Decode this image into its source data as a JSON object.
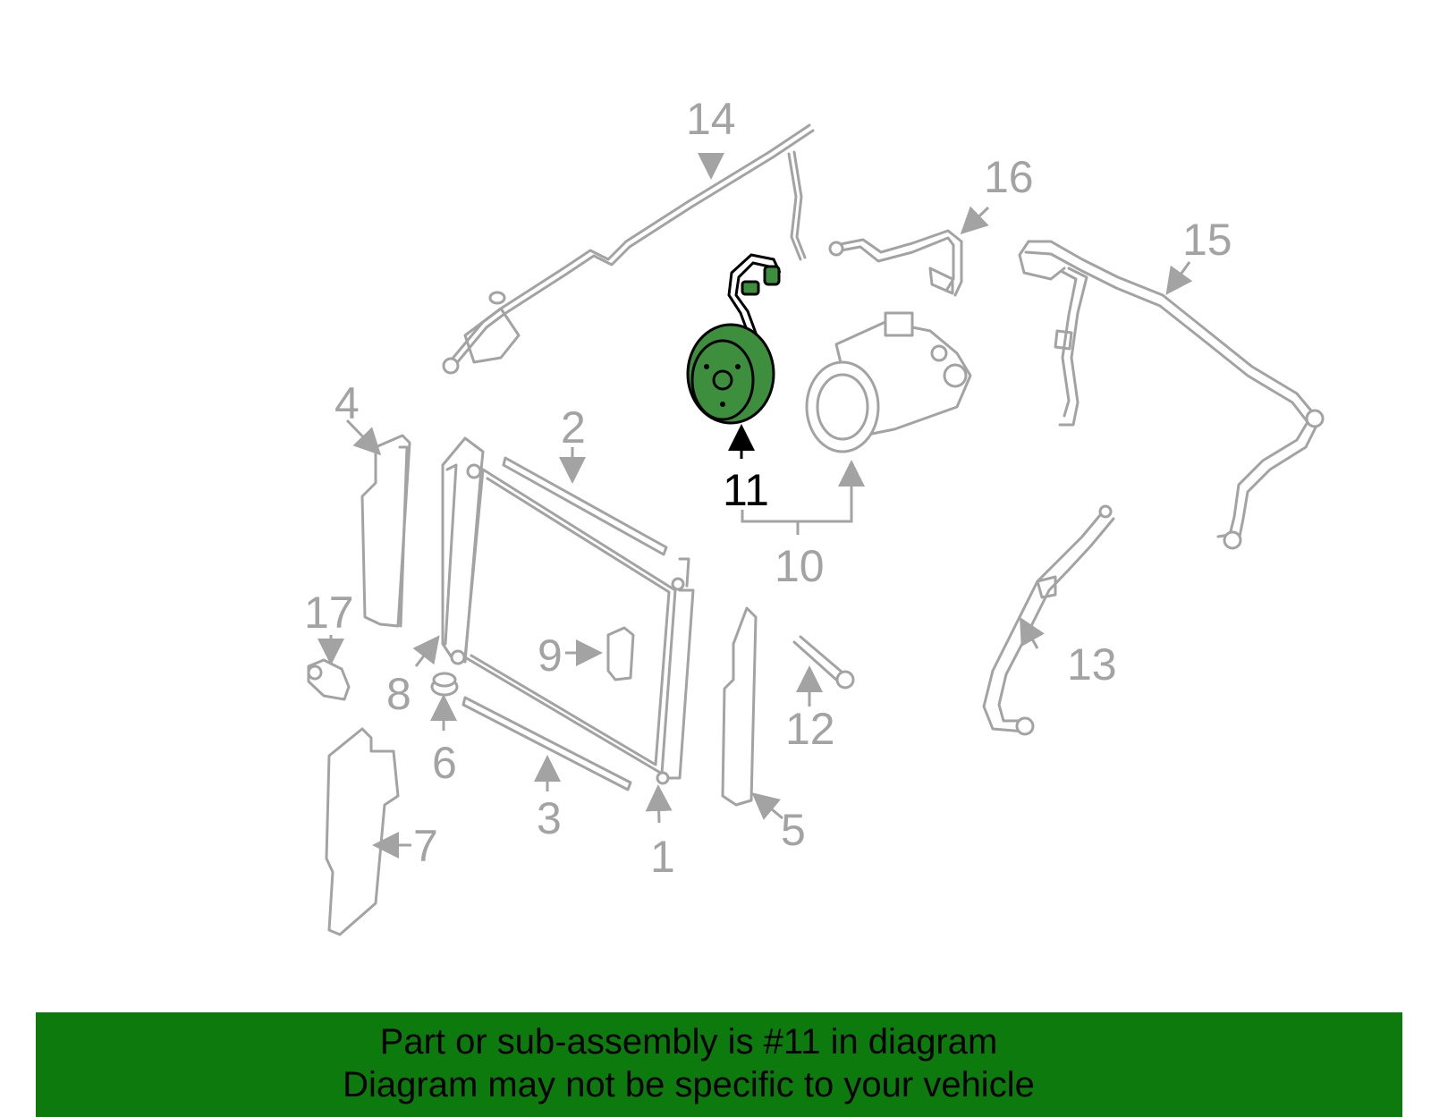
{
  "diagram": {
    "highlighted_part": "11",
    "callouts": [
      "1",
      "2",
      "3",
      "4",
      "5",
      "6",
      "7",
      "8",
      "9",
      "10",
      "11",
      "12",
      "13",
      "14",
      "15",
      "16",
      "17"
    ]
  },
  "banner": {
    "line1": "Part or sub-assembly is #11 in diagram",
    "line2": "Diagram may not be specific to your vehicle",
    "background_color": "#0d7a0d"
  },
  "colors": {
    "part_outline": "#a3a3a3",
    "highlight_fill": "#3d8f3d",
    "highlight_label": "#000000"
  }
}
